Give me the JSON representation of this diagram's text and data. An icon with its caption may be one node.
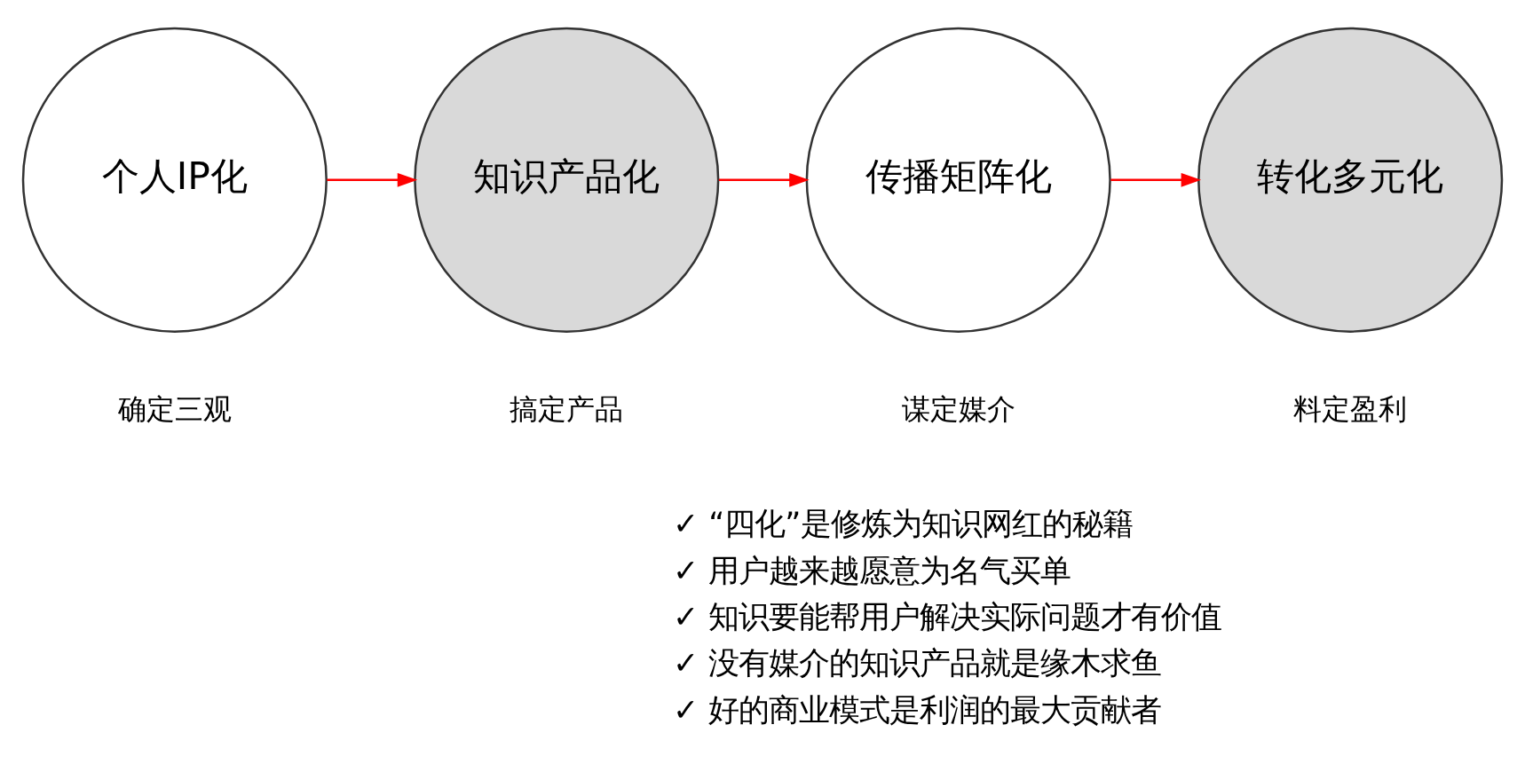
{
  "diagram": {
    "nodes": [
      {
        "text": [
          "个人IP化"
        ],
        "beside": [
          "确定三观"
        ]
      },
      {
        "text": [
          "知识产品化"
        ],
        "beside": [
          "搞定产品"
        ]
      },
      {
        "text": [
          "传播矩阵化"
        ],
        "beside": [
          "谋定媒介"
        ]
      },
      {
        "text": [
          "转化多元化"
        ],
        "beside": [
          "料定盈利"
        ]
      }
    ],
    "edges": [
      {
        "from": 0,
        "to": 1,
        "arrow": "to"
      },
      {
        "from": 1,
        "to": 2,
        "arrow": "to"
      },
      {
        "from": 2,
        "to": 3,
        "arrow": "to"
      }
    ],
    "labels": [
      "✓ “四化”是修炼为知识网红的秘籍",
      "✓ 用户越来越愿意为名气买单",
      "✓ 知识要能帮用户解决实际问题才有价值",
      "✓ 没有媒介的知识产品就是缘木求鱼",
      "✓ 好的商业模式是利润的最大贡献者"
    ]
  }
}
